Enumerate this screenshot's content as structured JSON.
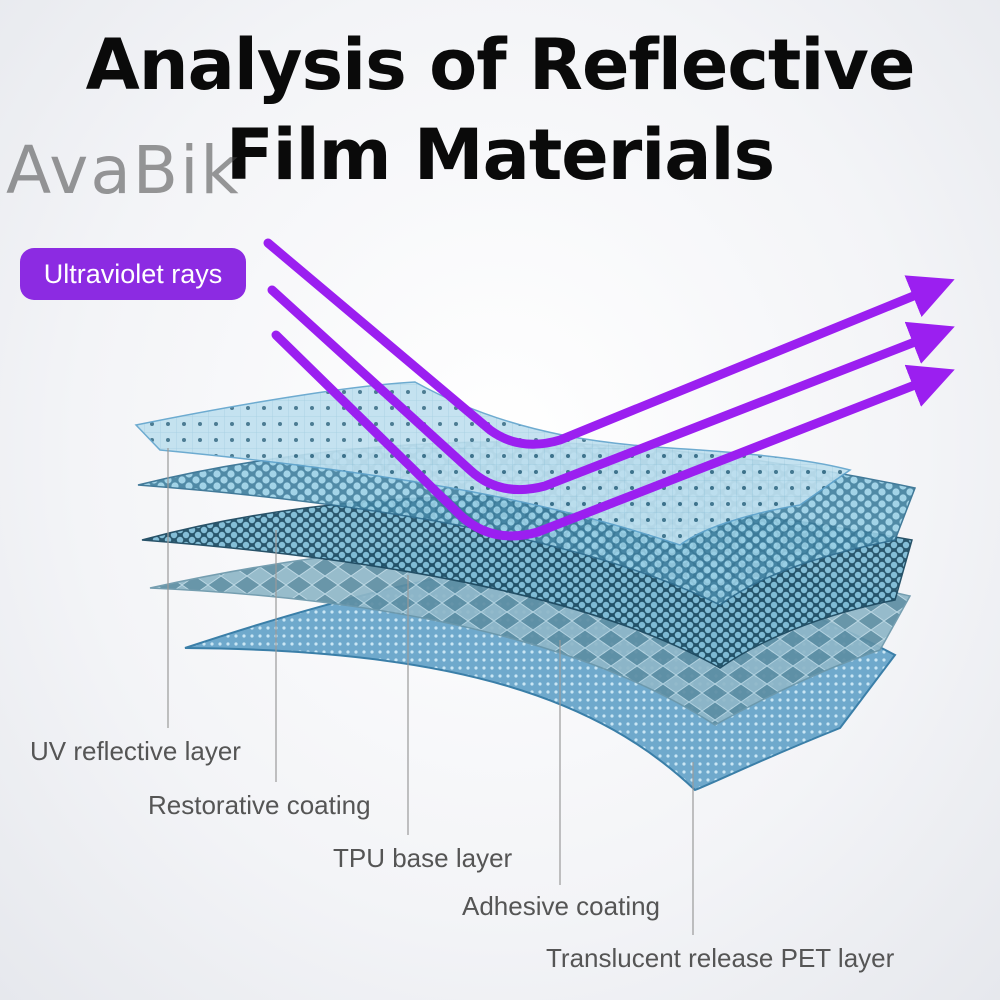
{
  "title": {
    "line1": "Analysis of Reflective",
    "line2": "Film Materials"
  },
  "watermark": "AvaBik",
  "badge": {
    "label": "Ultraviolet rays",
    "color": "#8c2be2"
  },
  "layers": [
    {
      "label": "UV reflective layer"
    },
    {
      "label": "Restorative coating"
    },
    {
      "label": "TPU base layer"
    },
    {
      "label": "Adhesive coating"
    },
    {
      "label": "Translucent release PET layer"
    }
  ],
  "colors": {
    "ray": "#9b1ff0",
    "layer_blue": "#5fa3cc",
    "layer_dark": "#2f6d8f"
  }
}
